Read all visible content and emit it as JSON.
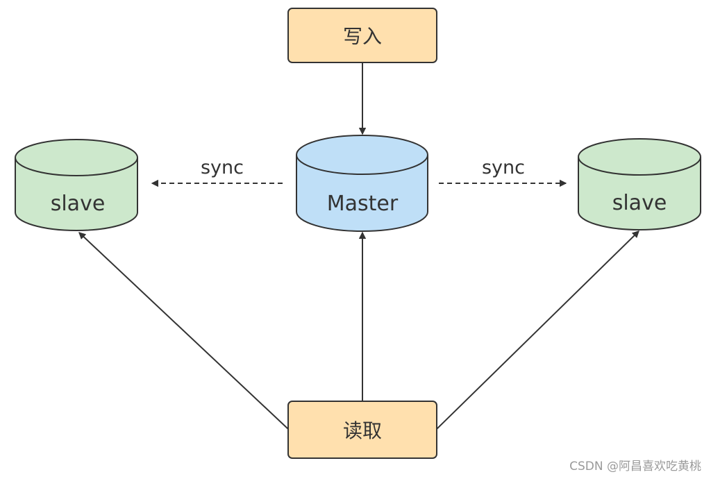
{
  "nodes": {
    "write": "写入",
    "read": "读取",
    "master": "Master",
    "slave_left": "slave",
    "slave_right": "slave"
  },
  "edges": {
    "sync_left": "sync",
    "sync_right": "sync"
  },
  "colors": {
    "box_fill": "#ffe0ae",
    "master_fill": "#bfdff7",
    "slave_fill": "#cde8cc",
    "stroke": "#333333"
  },
  "watermark": "CSDN @阿昌喜欢吃黄桃"
}
